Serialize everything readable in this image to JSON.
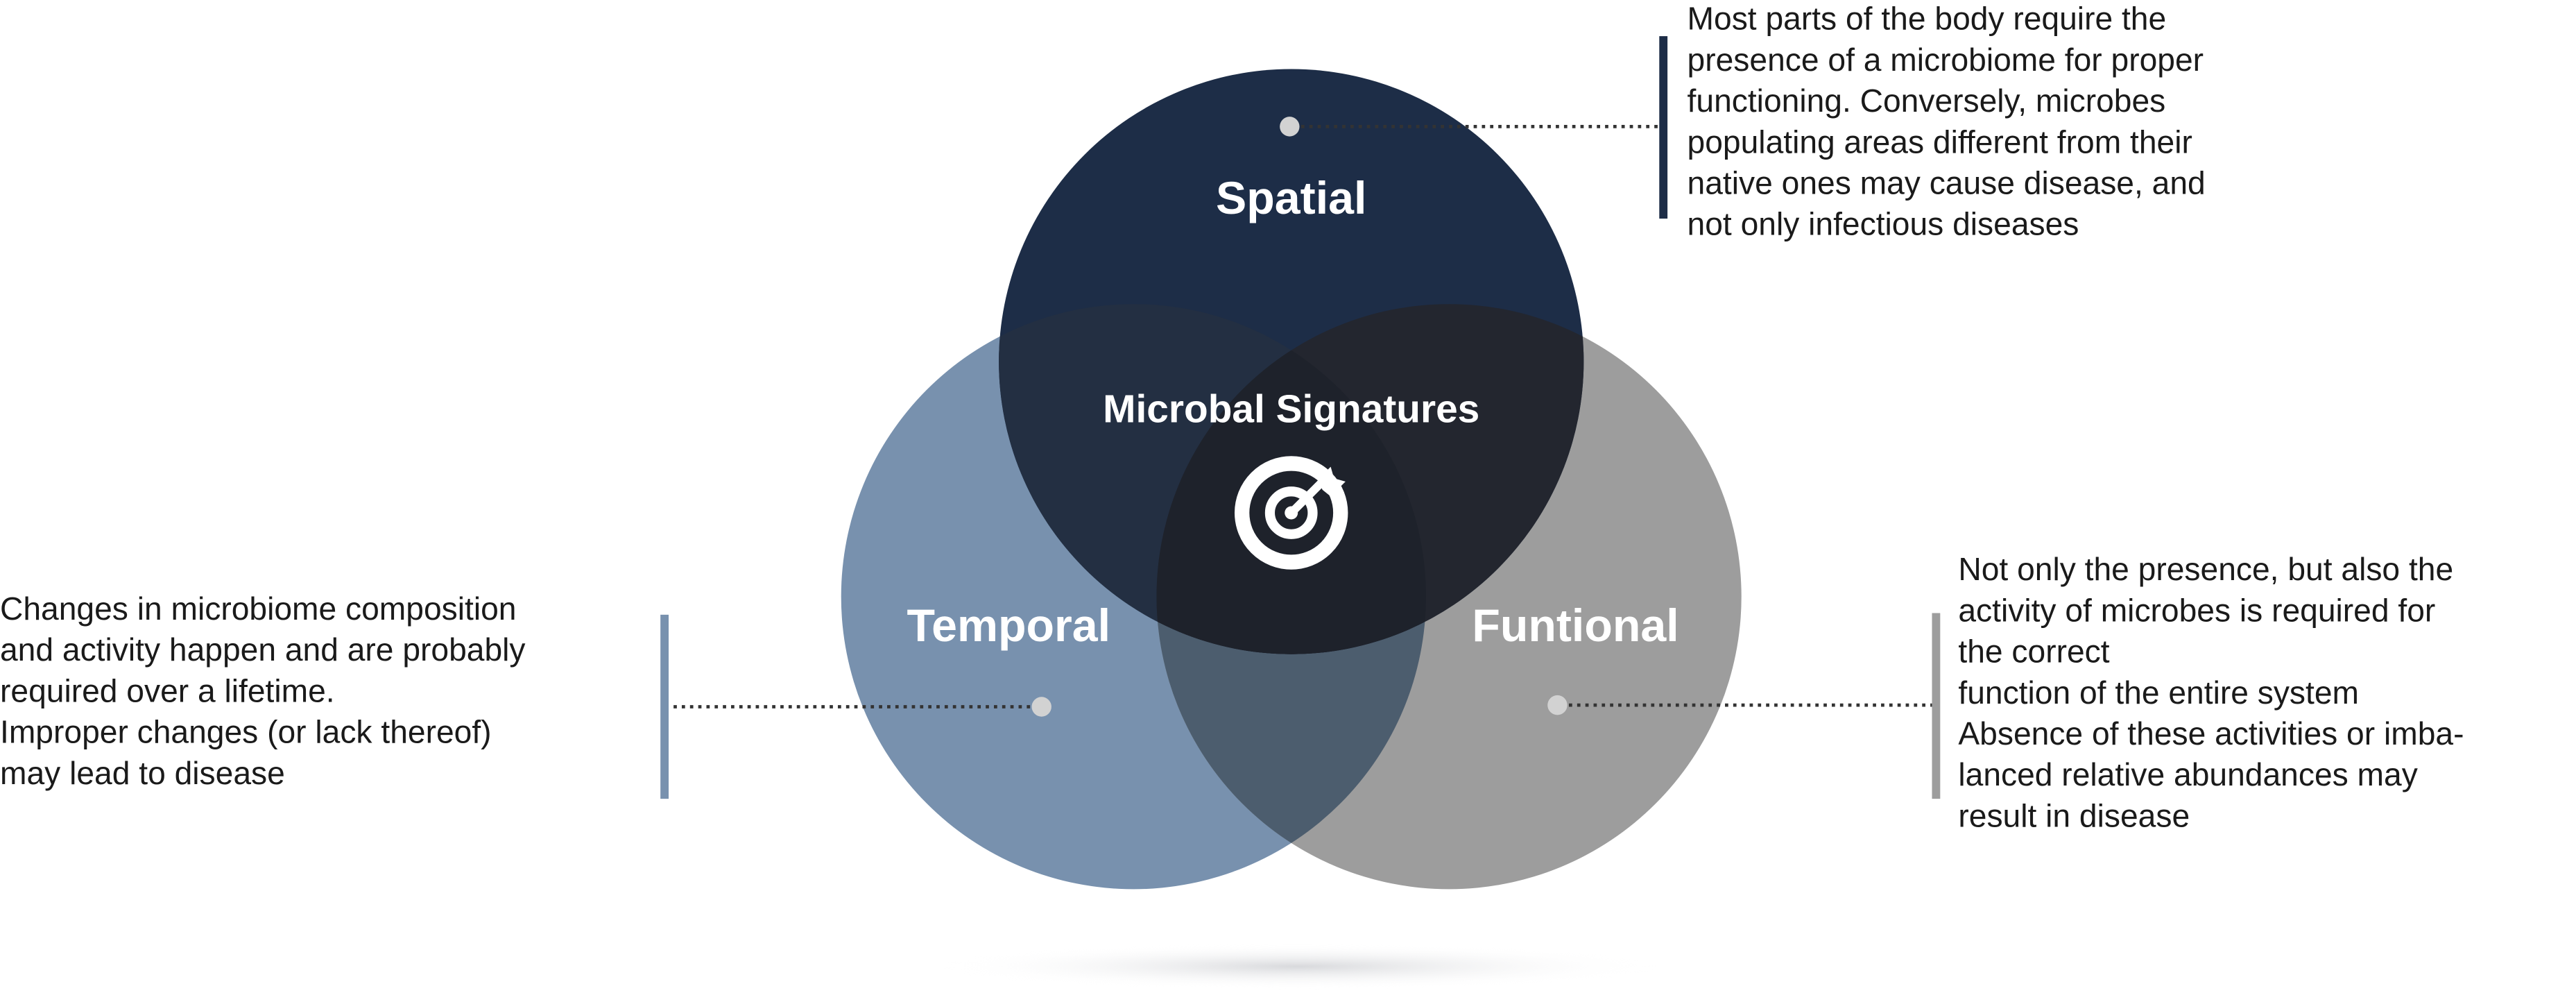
{
  "diagram": {
    "center_label": "Microbal Signatures",
    "center_icon": "target-arrow-icon",
    "circles": [
      {
        "id": "spatial",
        "label": "Spatial",
        "color": "#1d2d47"
      },
      {
        "id": "temporal",
        "label": "Temporal",
        "color": "#7891ae"
      },
      {
        "id": "functional",
        "label": "Funtional",
        "color": "#9d9d9d"
      }
    ],
    "descriptions": {
      "spatial": [
        "Most parts of the body require the",
        "presence of a microbiome for proper",
        "functioning. Conversely, microbes",
        "populating areas different from their",
        "native ones may cause disease, and",
        "not only infectious diseases"
      ],
      "temporal": [
        "Changes in microbiome composition",
        "and activity happen and are probably",
        "required over a lifetime.",
        "Improper changes (or lack thereof)",
        "may lead to disease"
      ],
      "functional": [
        "Not only the presence, but also the",
        "activity of microbes is required for",
        "the correct",
        "function of the entire system",
        "Absence of these activities or imba-",
        "lanced relative abundances may",
        "result in disease"
      ]
    }
  }
}
